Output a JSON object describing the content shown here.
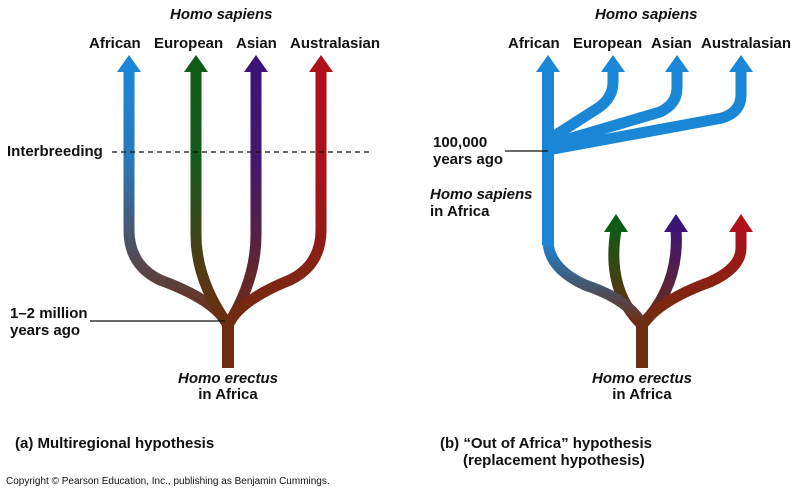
{
  "panel_a": {
    "top_label": "Homo sapiens",
    "populations": [
      "African",
      "European",
      "Asian",
      "Australasian"
    ],
    "interbreeding_label": "Interbreeding",
    "time_label_line1": "1–2 million",
    "time_label_line2": "years ago",
    "root_label_line1": "Homo erectus",
    "root_label_line2": "in Africa",
    "caption": "(a) Multiregional hypothesis"
  },
  "panel_b": {
    "top_label": "Homo sapiens",
    "populations": [
      "African",
      "European",
      "Asian",
      "Australasian"
    ],
    "time_label_line1": "100,000",
    "time_label_line2": "years ago",
    "origin_label_line1": "Homo sapiens",
    "origin_label_line2": "in Africa",
    "root_label_line1": "Homo erectus",
    "root_label_line2": "in Africa",
    "caption_line1": "(b) “Out of Africa” hypothesis",
    "caption_line2": "(replacement hypothesis)"
  },
  "copyright": "Copyright © Pearson Education, Inc., publishing as Benjamin Cummings.",
  "colors": {
    "root_brown": "#6e2c10",
    "african_blue": "#1a86d6",
    "european_green": "#0e5a16",
    "asian_purple": "#3c1478",
    "australasian_red": "#b0101a"
  }
}
